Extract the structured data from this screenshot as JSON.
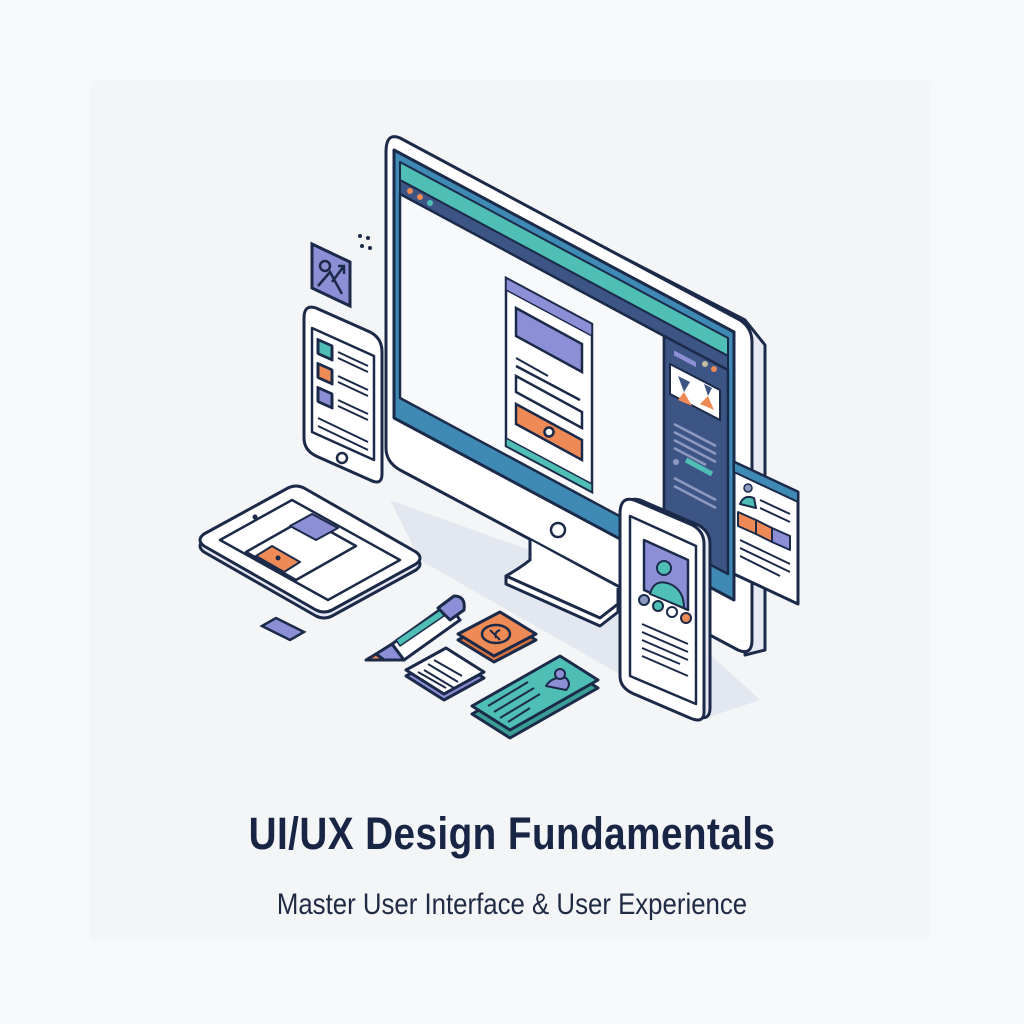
{
  "title": "UI/UX Design Fundamentals",
  "subtitle": "Master User Interface & User Experience",
  "colors": {
    "outline": "#1c2a4a",
    "bezel_blue": "#3f8ab5",
    "teal": "#4fbfb5",
    "purple": "#8d8fd6",
    "orange": "#ee8a55",
    "navy_panel": "#3d5585",
    "shadow": "#dfe3ec",
    "background": "#f7f8fa"
  },
  "illustration": {
    "items": [
      "monitor",
      "monitor-wireframe-card",
      "monitor-sidebar-panel",
      "phone-left",
      "image-icon-card",
      "tablet",
      "marker-pen",
      "note-card",
      "orange-badge",
      "profile-card",
      "phone-right",
      "floating-profile-window"
    ]
  }
}
